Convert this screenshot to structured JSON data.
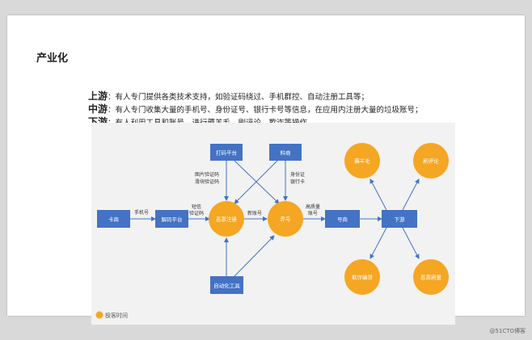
{
  "slide": {
    "title": "产业化",
    "lines": [
      {
        "key": "上游",
        "text": "：有人专门提供各类技术支持，如验证码绕过、手机群控、自动注册工具等；"
      },
      {
        "key": "中游",
        "text": "：有人专门收集大量的手机号、身份证号、银行卡号等信息，在应用内注册大量的垃圾账号；"
      },
      {
        "key": "下游",
        "text": "：有人利用工具和账号，进行薅羊毛、刷评论、欺诈等操作。"
      }
    ]
  },
  "diagram": {
    "nodes": {
      "kashang": "卡商",
      "jiemapingtai": "解码平台",
      "damapingtai": "打码平台",
      "liaoshang": "料商",
      "pilianzhuce": "恶意注册",
      "wohao": "养号",
      "haoshang": "号商",
      "xiayou": "下游",
      "zidonghua": "自动化工具",
      "haoyangmao": "薅羊毛",
      "shuapinglun": "刷评论",
      "qizha": "欺诈骗贷",
      "tuiguang": "恶意刷量"
    },
    "edge_labels": {
      "phone": "手机号",
      "sms1": "短信",
      "sms2": "验证码",
      "img1": "图片验证码",
      "img2": "滑块验证码",
      "id1": "身份证",
      "id2": "银行卡",
      "newacc": "新账号",
      "hq1": "高质量",
      "hq2": "账号"
    },
    "logo_text": "极客时间"
  },
  "watermark": "@51CTO博客",
  "colors": {
    "box": "#4472c4",
    "circle": "#f5a623",
    "arrow": "#4472c4",
    "panel": "#f2f2f2"
  }
}
